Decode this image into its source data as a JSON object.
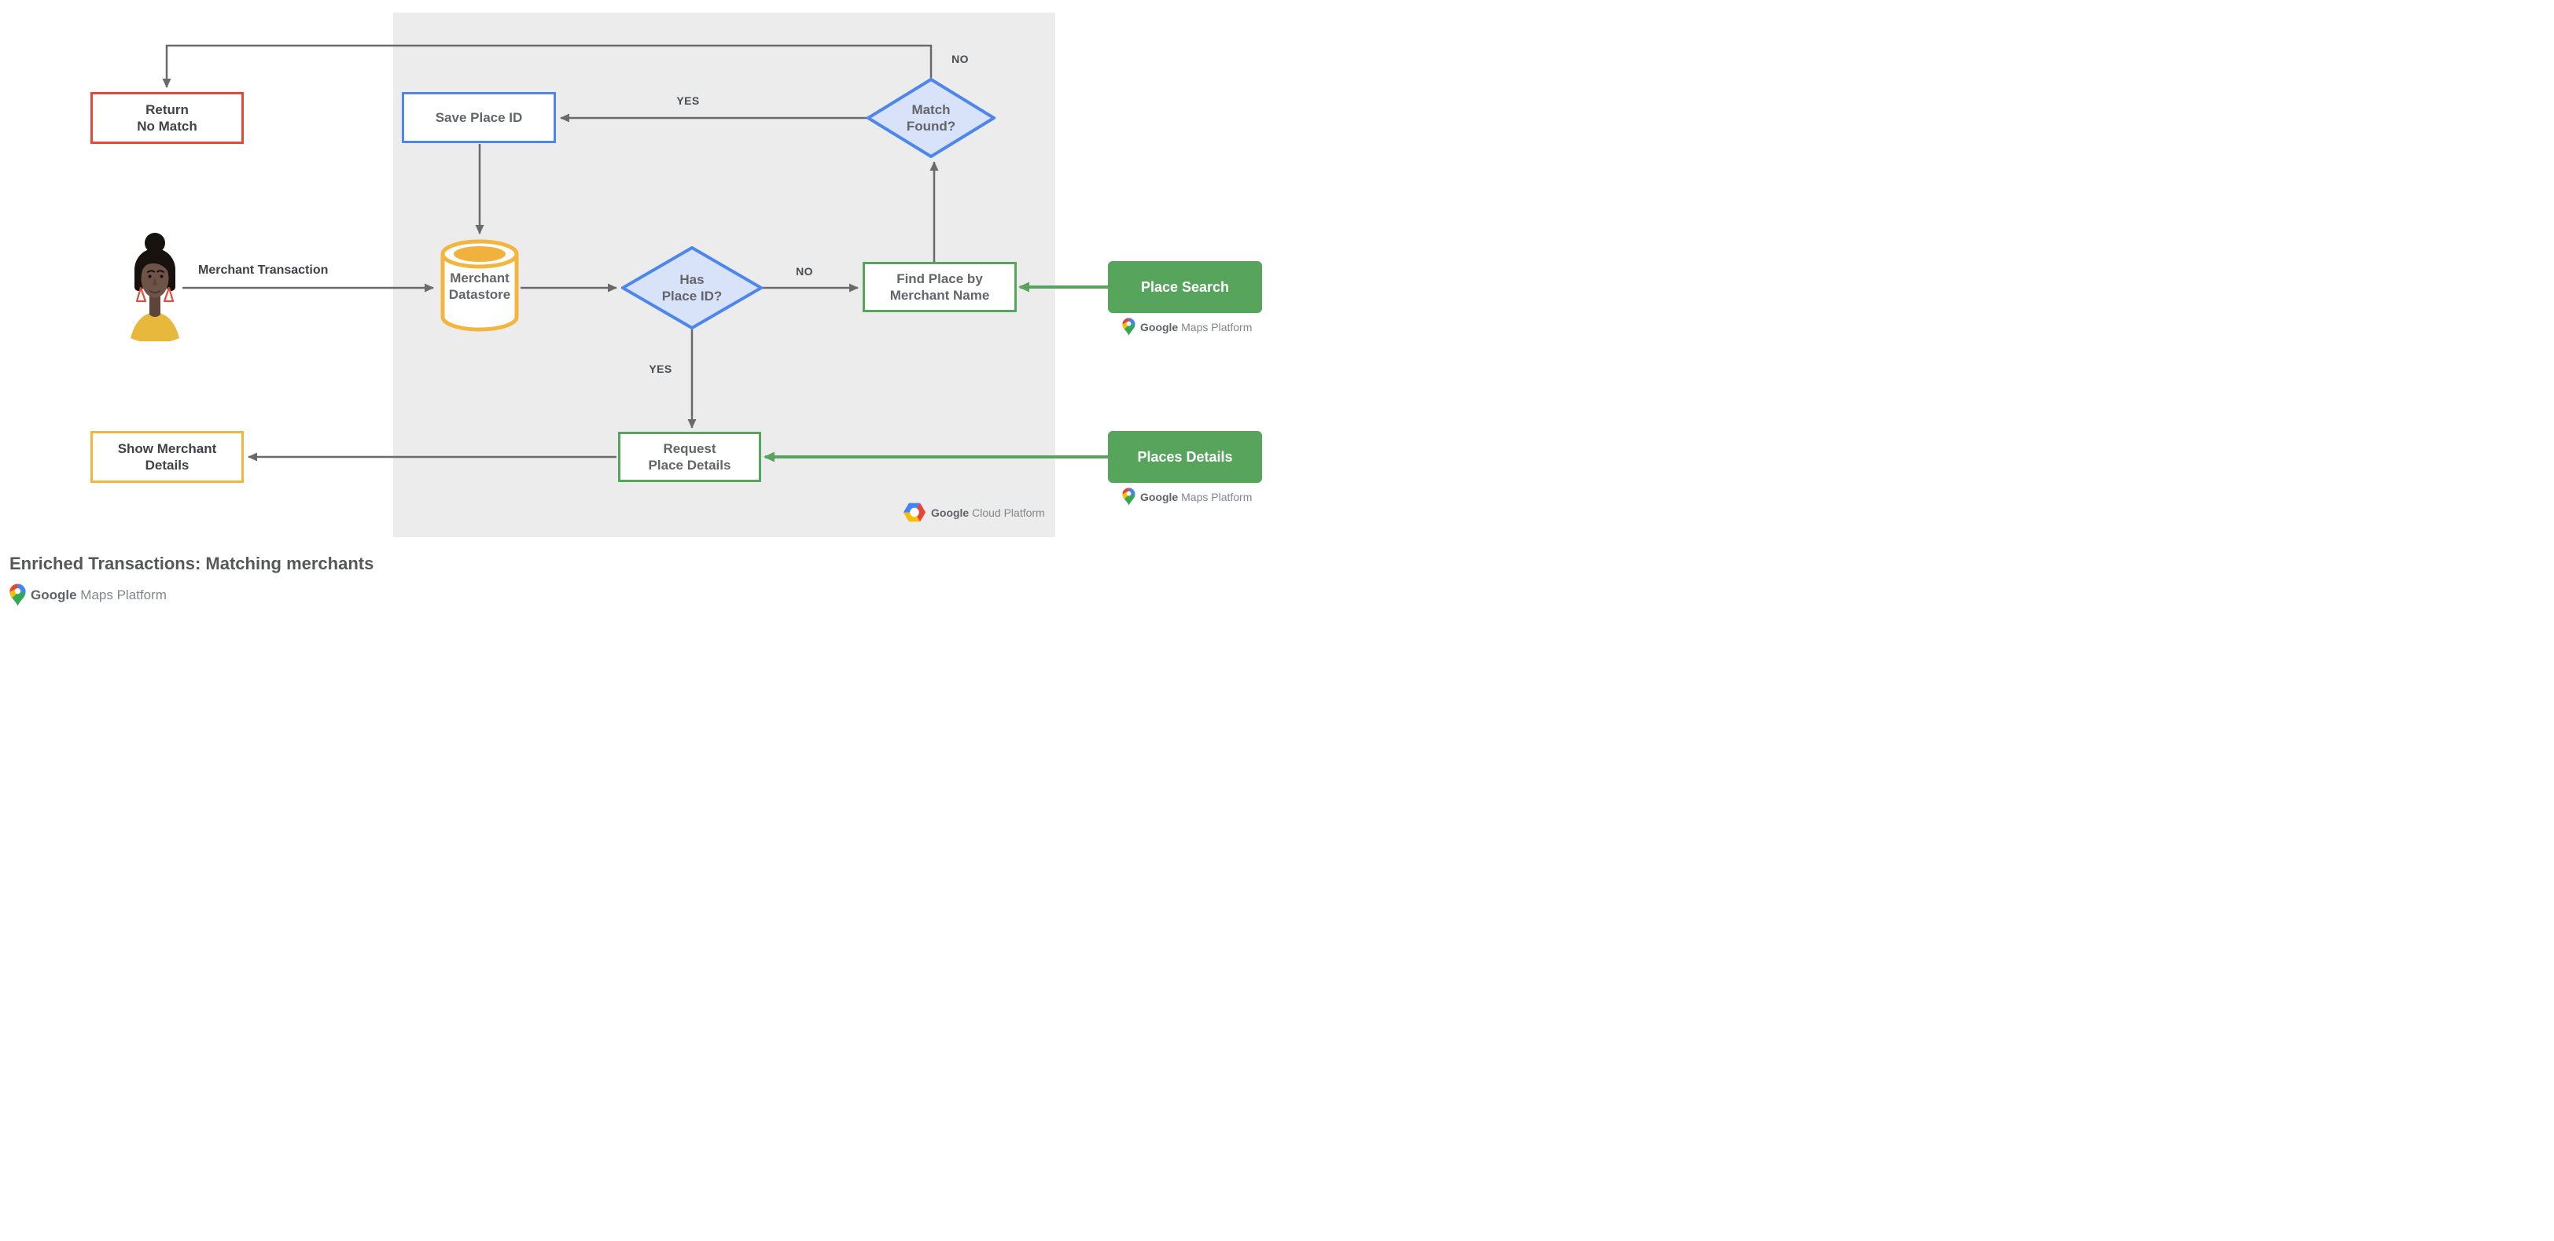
{
  "title": "Enriched Transactions: Matching merchants",
  "nodes": {
    "return_no_match": "Return\nNo Match",
    "save_place_id": "Save Place ID",
    "match_found": "Match\nFound?",
    "merchant_datastore": "Merchant\nDatastore",
    "has_place_id": "Has\nPlace ID?",
    "find_place_by_merchant_name": "Find Place by\nMerchant Name",
    "place_search": "Place Search",
    "request_place_details": "Request\nPlace Details",
    "places_details": "Places Details",
    "show_merchant_details": "Show Merchant\nDetails"
  },
  "edges": {
    "match_found_no": "NO",
    "match_found_yes": "YES",
    "has_place_id_no": "NO",
    "has_place_id_yes": "YES",
    "merchant_transaction": "Merchant Transaction"
  },
  "logos": {
    "maps_platform": {
      "brand": "Google",
      "product": "Maps Platform"
    },
    "cloud_platform": {
      "brand": "Google",
      "product": "Cloud Platform"
    }
  },
  "icons": {
    "maps_pin": "google-maps-pin",
    "cloud_hexagon": "google-cloud-hexagon",
    "person": "woman-avatar"
  },
  "colors": {
    "panel_bg": "#ECECEC",
    "red": "#E2483B",
    "blue": "#4D87EC",
    "blue_fill": "#D8E3FA",
    "yellow": "#F2B63E",
    "green": "#57A55C",
    "arrow_gray": "#6A6A6A",
    "node_text_dark": "#3F4247",
    "node_text_mid": "#636669"
  }
}
